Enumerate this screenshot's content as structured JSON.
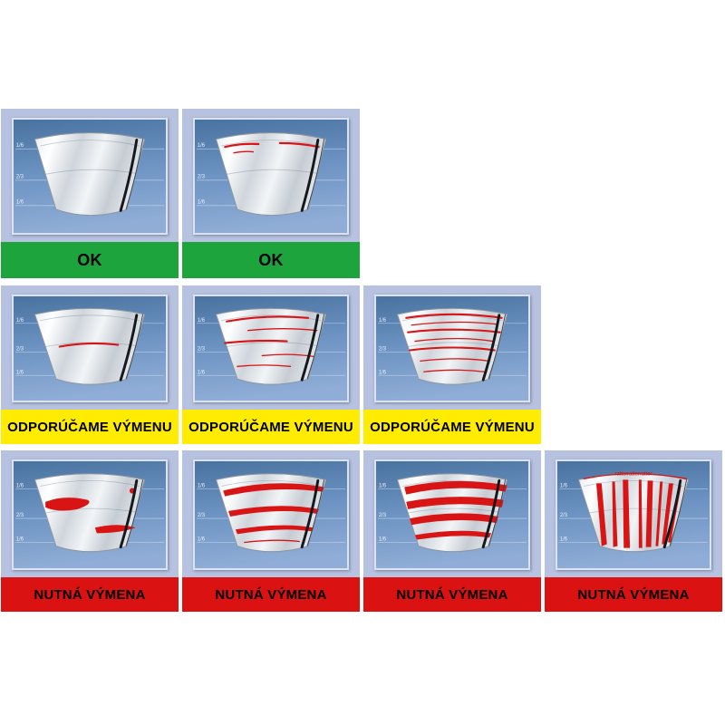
{
  "scale_marks": [
    "1/6",
    "2/3",
    "1/6"
  ],
  "chatter_text": "ratterratterratter",
  "colors": {
    "ok_green": "#1ea43c",
    "warn_yellow": "#ffec00",
    "alert_red": "#da1212",
    "panel_blue": "#b7c2e0",
    "screen_blue": "#5b83b5",
    "streak_red": "#d81414"
  },
  "rows": [
    {
      "status": "ok",
      "label": "OK",
      "color": "#1ea43c",
      "cells": [
        {
          "pattern": "clean"
        },
        {
          "pattern": "light-top"
        }
      ]
    },
    {
      "status": "replacement-recommended",
      "label": "ODPORÚČAME VÝMENU",
      "color": "#ffec00",
      "cells": [
        {
          "pattern": "single-line"
        },
        {
          "pattern": "few-lines"
        },
        {
          "pattern": "many-lines"
        }
      ]
    },
    {
      "status": "replacement-required",
      "label": "NUTNÁ VÝMENA",
      "color": "#da1212",
      "cells": [
        {
          "pattern": "patches"
        },
        {
          "pattern": "smears"
        },
        {
          "pattern": "heavy-smears"
        },
        {
          "pattern": "chatter"
        }
      ]
    }
  ]
}
